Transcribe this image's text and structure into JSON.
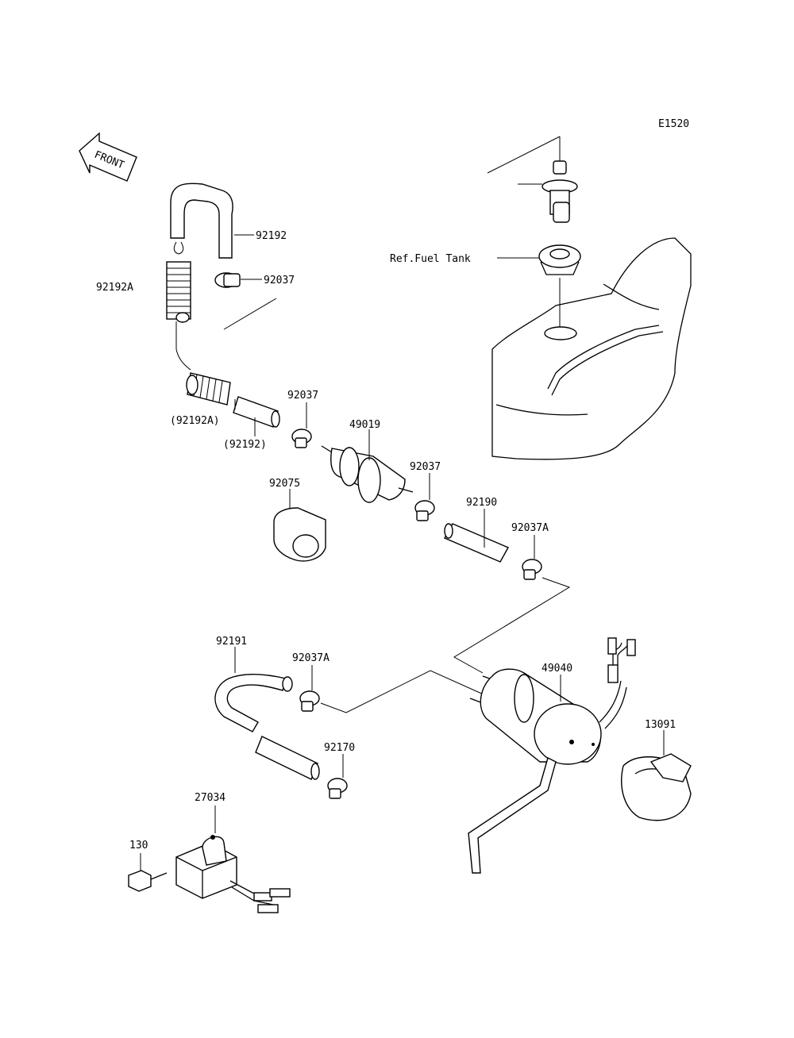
{
  "diagram_code": "E1520",
  "front_label": "FRONT",
  "ref_label": "Ref.Fuel Tank",
  "part_labels": {
    "p92192": "92192",
    "p92037_top": "92037",
    "p92192A": "92192A",
    "p92192A_paren": "(92192A)",
    "p92192_paren": "(92192)",
    "p92037_mid": "92037",
    "p49019": "49019",
    "p92037_right": "92037",
    "p92075": "92075",
    "p92190": "92190",
    "p92037A_right": "92037A",
    "p92191": "92191",
    "p92037A_left": "92037A",
    "p49040": "49040",
    "p13091": "13091",
    "p92170": "92170",
    "p27034": "27034",
    "p130": "130"
  }
}
